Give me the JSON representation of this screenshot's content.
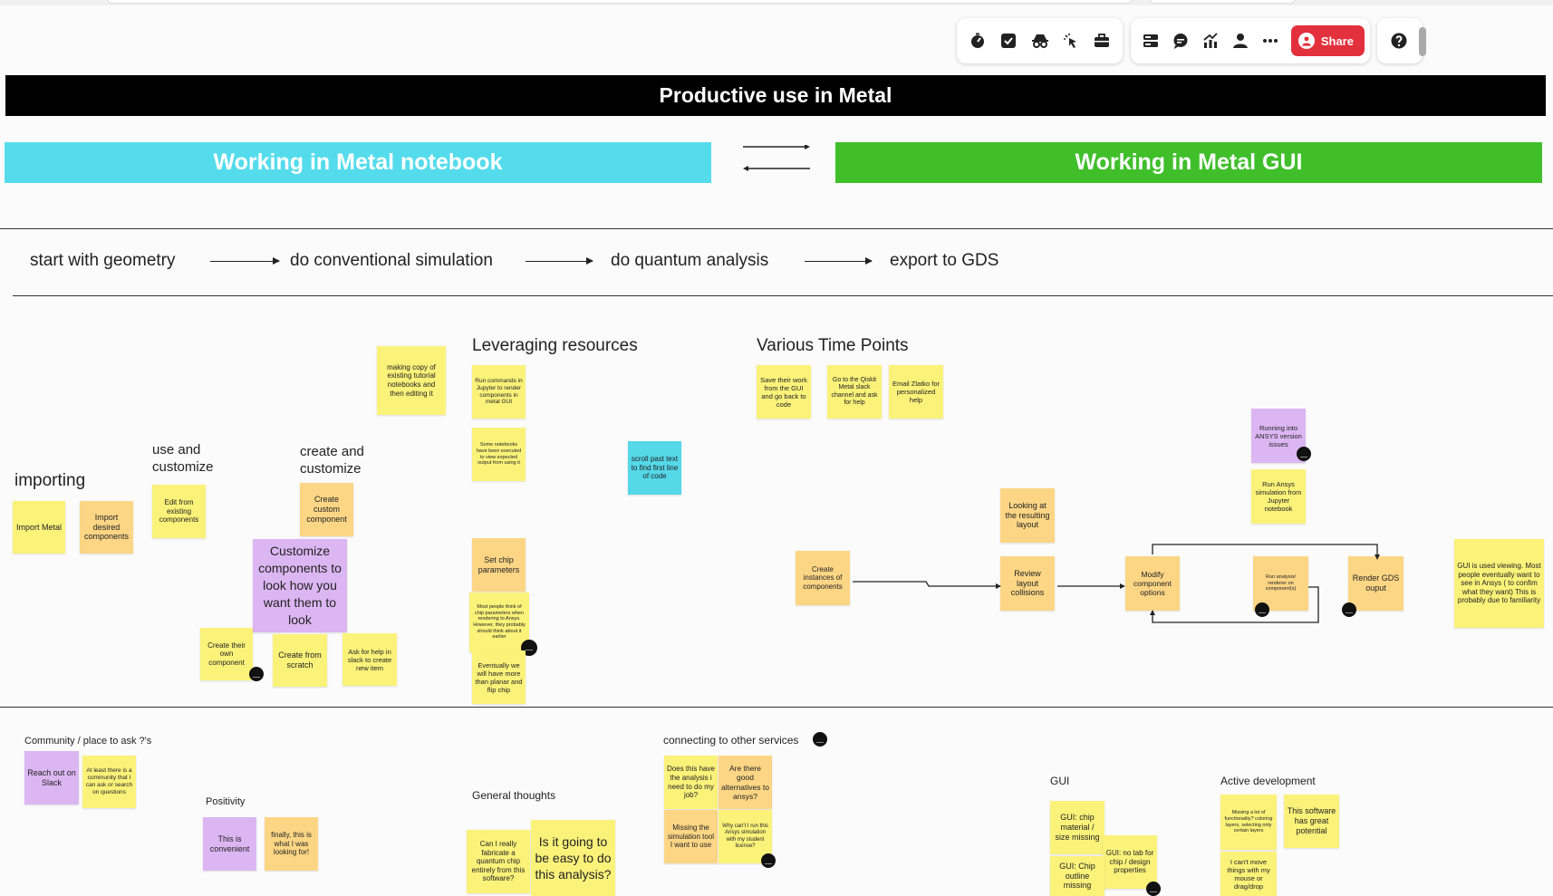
{
  "toolbar": {
    "left_icons": [
      "timer-icon",
      "checkbox-icon",
      "incognito-icon",
      "cursor-click-icon",
      "briefcase-icon"
    ],
    "right_icons": [
      "cards-icon",
      "comment-icon",
      "chart-icon",
      "person-icon",
      "more-icon"
    ],
    "share_label": "Share",
    "help_icon": "help-icon"
  },
  "board": {
    "title": "Productive use in Metal",
    "left_banner": "Working in Metal notebook",
    "right_banner": "Working in Metal GUI",
    "colors": {
      "title_bg": "#000000",
      "left_banner_bg": "#55dcec",
      "right_banner_bg": "#40bf2b"
    },
    "workflow": [
      "start with geometry",
      "do conventional simulation",
      "do quantum analysis",
      "export  to GDS"
    ]
  },
  "sections": {
    "importing": "importing",
    "use_customize": "use and\ncustomize",
    "create_customize": "create and\ncustomize",
    "leveraging": "Leveraging resources",
    "time_points": "Various Time Points",
    "community": "Community / place to ask ?'s",
    "positivity": "Positivity",
    "general": "General thoughts",
    "connecting": "connecting to  other services",
    "gui": "GUI",
    "active_dev": "Active development"
  },
  "notes": {
    "import_metal": "Import Metal",
    "import_desired": "Import desired components",
    "edit_existing": "Edit from existing components",
    "create_custom": "Create custom component",
    "customize_look": "Customize components to look how you want them to look",
    "create_own": "Create their own component",
    "create_scratch": "Create from scratch",
    "ask_help": "Ask for help in slack to create new item",
    "making_copy": "making copy of existing tutorial notebooks and then editing it",
    "run_commands": "Run commands in Jupyter to render components in metal GUI",
    "some_notebooks": "Some notebooks have been executed to view expected output from using it",
    "scroll_past": "scroll past text to find first line of code",
    "set_chip": "Set chip parameters",
    "most_people": "Most people think of chip parameters when rendering to Ansys. However, they probably should think about it earlier",
    "eventually": "Eventually we will have more than planar and flip chip",
    "save_work": "Save their work from the GUI and go back to code",
    "go_qiskit": "Go to the Qiskit Metal slack channel and ask for help",
    "email_zlatko": "Email Zlatko for personalized help",
    "create_instances": "Create instances of components",
    "looking_layout": "Looking at the resulting layout",
    "review_layout": "Review layout collisions",
    "modify_options": "Modify component options",
    "run_analysis": "Run analysis/ renderer on component(s)",
    "render_gds": "Render GDS ouput",
    "running_ansys": "Running into ANSYS version issues",
    "run_ansys_sim": "Run Ansys simulation from Jupyter notebook",
    "gui_viewing": "GUI is used viewing. Most people eventually want to see in Ansys ( to confim what they want) This is probably due to familiarity",
    "reach_slack": "Reach out on Slack",
    "community_note": "At least there is a community that I can ask or search on questions",
    "convenient": "This is convenient",
    "finally": "finally, this is what I was looking for!",
    "can_fabricate": "Can I really fabricate a quantum chip entirely from this software?",
    "easy_analysis": "Is it going to be easy to do this analysis?",
    "does_this": "Does this have the analysis i need to do my job?",
    "good_alternatives": "Are there good alternatives to ansys?",
    "missing_sim": "Missing the simulation tool I want to use",
    "why_cant": "Why can't I run this Ansys simulation with my student license?",
    "gui_chip_material": "GUI: chip material / size missing",
    "gui_no_tab": "GUI: no tab for chip / design properties",
    "gui_chip_outline": "GUI: Chip outline missing",
    "missing_lot": "Missing a lot of functionality? coloring layers, selecting only certain layers",
    "great_potential": "This software has great potential",
    "cant_move": "I can't move things with my mouse or drag/drop"
  }
}
